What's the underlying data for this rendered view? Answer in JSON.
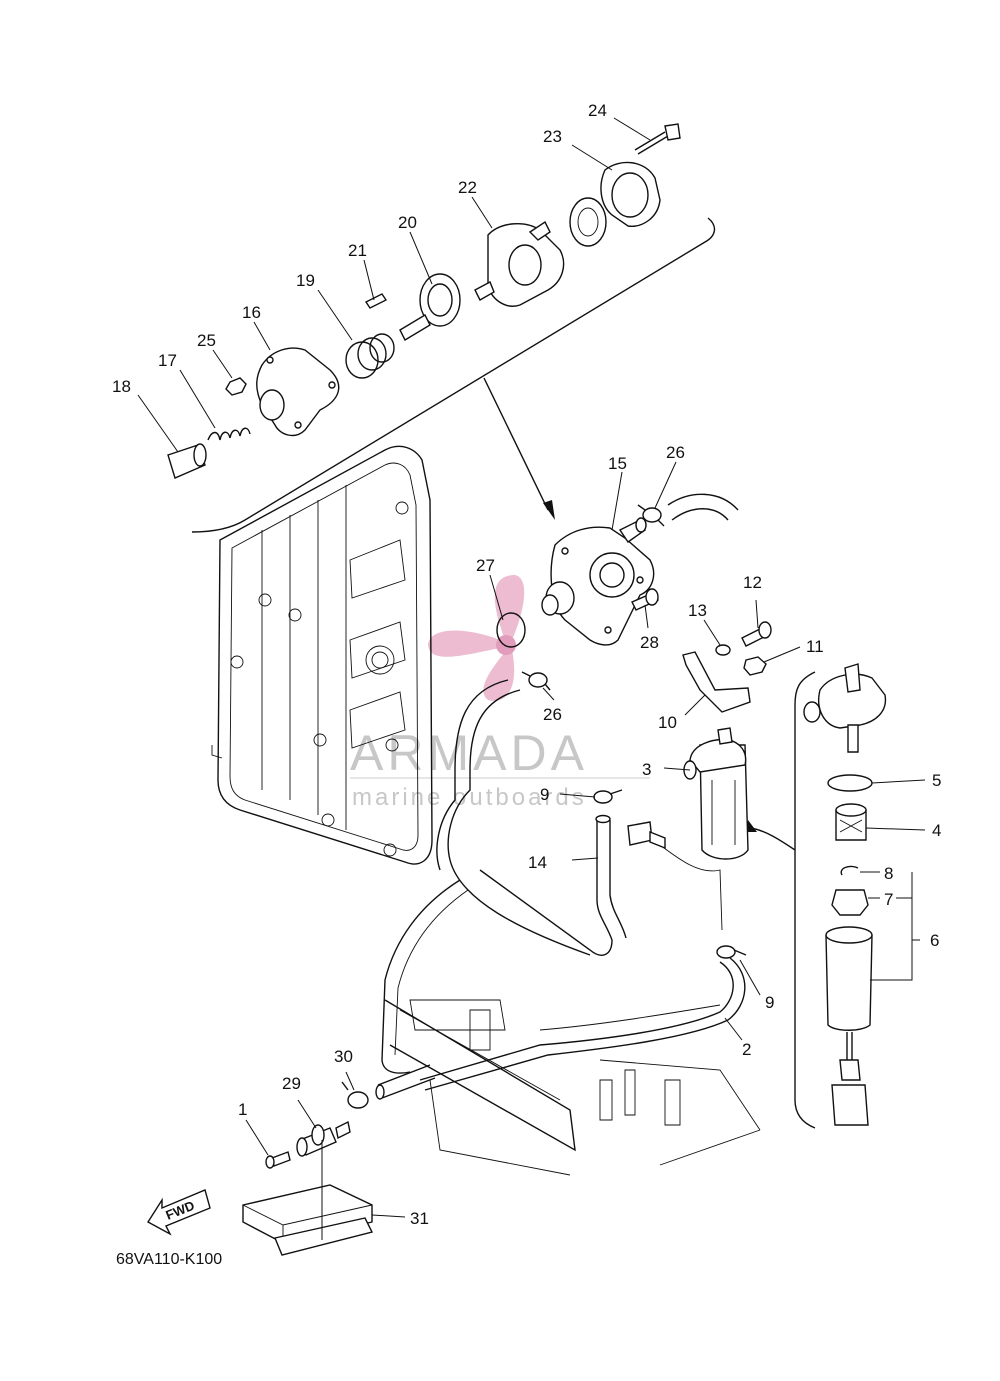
{
  "diagram_code": "68VA110-K100",
  "fwd_label": "FWD",
  "watermark": {
    "main": "ARMADA",
    "sub": "marine outboards",
    "accent": "#e8a6c2",
    "text_color": "#9a9a9a"
  },
  "callouts": [
    {
      "id": "c1",
      "text": "1"
    },
    {
      "id": "c2",
      "text": "2"
    },
    {
      "id": "c3",
      "text": "3"
    },
    {
      "id": "c4",
      "text": "4"
    },
    {
      "id": "c5",
      "text": "5"
    },
    {
      "id": "c6",
      "text": "6"
    },
    {
      "id": "c7",
      "text": "7"
    },
    {
      "id": "c8",
      "text": "8"
    },
    {
      "id": "c9a",
      "text": "9"
    },
    {
      "id": "c9b",
      "text": "9"
    },
    {
      "id": "c10",
      "text": "10"
    },
    {
      "id": "c11",
      "text": "11"
    },
    {
      "id": "c12",
      "text": "12"
    },
    {
      "id": "c13",
      "text": "13"
    },
    {
      "id": "c14",
      "text": "14"
    },
    {
      "id": "c15",
      "text": "15"
    },
    {
      "id": "c16",
      "text": "16"
    },
    {
      "id": "c17",
      "text": "17"
    },
    {
      "id": "c18",
      "text": "18"
    },
    {
      "id": "c19",
      "text": "19"
    },
    {
      "id": "c20",
      "text": "20"
    },
    {
      "id": "c21",
      "text": "21"
    },
    {
      "id": "c22",
      "text": "22"
    },
    {
      "id": "c23",
      "text": "23"
    },
    {
      "id": "c24",
      "text": "24"
    },
    {
      "id": "c25",
      "text": "25"
    },
    {
      "id": "c26a",
      "text": "26"
    },
    {
      "id": "c26b",
      "text": "26"
    },
    {
      "id": "c27",
      "text": "27"
    },
    {
      "id": "c28",
      "text": "28"
    },
    {
      "id": "c29",
      "text": "29"
    },
    {
      "id": "c30",
      "text": "30"
    },
    {
      "id": "c31",
      "text": "31"
    }
  ]
}
